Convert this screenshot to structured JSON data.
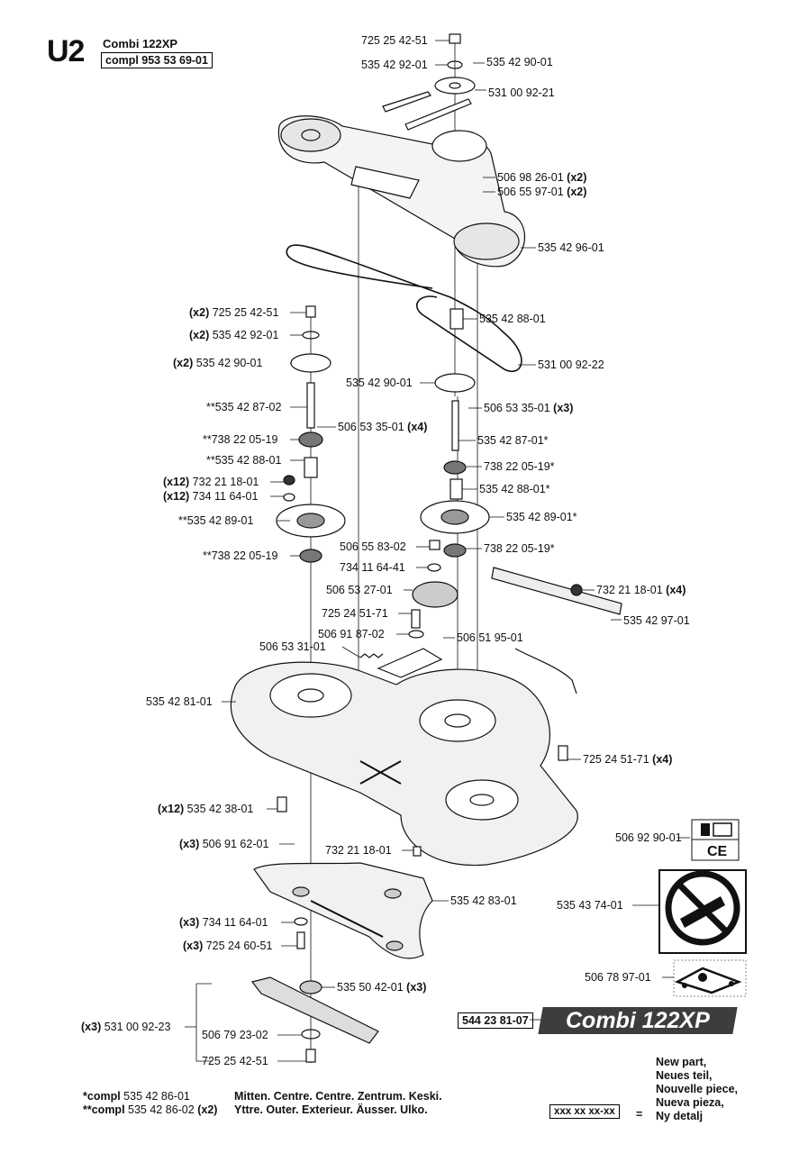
{
  "header": {
    "code": "U2",
    "model": "Combi 122XP",
    "compl": "compl 953 53 69-01"
  },
  "parts": [
    {
      "no": "725 25 42-51",
      "qty": ""
    },
    {
      "no": "535 42 92-01",
      "qty": ""
    },
    {
      "no": "535 42 90-01",
      "qty": ""
    },
    {
      "no": "531 00 92-21",
      "qty": ""
    },
    {
      "no": "506 98 26-01",
      "qty": "(x2)"
    },
    {
      "no": "506 55 97-01",
      "qty": "(x2)"
    },
    {
      "no": "535 42 96-01",
      "qty": ""
    },
    {
      "no": "725 25 42-51",
      "qty": "(x2)"
    },
    {
      "no": "535 42 88-01",
      "qty": ""
    },
    {
      "no": "535 42 92-01",
      "qty": "(x2)"
    },
    {
      "no": "535 42 90-01",
      "qty": "(x2)"
    },
    {
      "no": "531 00 92-22",
      "qty": ""
    },
    {
      "no": "535 42 90-01",
      "qty": ""
    },
    {
      "no": "**535 42 87-02",
      "qty": ""
    },
    {
      "no": "506 53 35-01",
      "qty": "(x3)"
    },
    {
      "no": "506 53 35-01",
      "qty": "(x4)"
    },
    {
      "no": "**738 22 05-19",
      "qty": ""
    },
    {
      "no": "535 42 87-01*",
      "qty": ""
    },
    {
      "no": "**535 42 88-01",
      "qty": ""
    },
    {
      "no": "738 22 05-19*",
      "qty": ""
    },
    {
      "no": "732 21 18-01",
      "qty": "(x12)"
    },
    {
      "no": "535 42 88-01*",
      "qty": ""
    },
    {
      "no": "734 11 64-01",
      "qty": "(x12)"
    },
    {
      "no": "**535 42 89-01",
      "qty": ""
    },
    {
      "no": "535 42 89-01*",
      "qty": ""
    },
    {
      "no": "506 55 83-02",
      "qty": ""
    },
    {
      "no": "738 22 05-19*",
      "qty": ""
    },
    {
      "no": "**738 22 05-19",
      "qty": ""
    },
    {
      "no": "734 11 64-41",
      "qty": ""
    },
    {
      "no": "732 21 18-01",
      "qty": "(x4)"
    },
    {
      "no": "506 53 27-01",
      "qty": ""
    },
    {
      "no": "535 42 97-01",
      "qty": ""
    },
    {
      "no": "725 24 51-71",
      "qty": ""
    },
    {
      "no": "506 91 87-02",
      "qty": ""
    },
    {
      "no": "506 51 95-01",
      "qty": ""
    },
    {
      "no": "506 53 31-01",
      "qty": ""
    },
    {
      "no": "535 42 81-01",
      "qty": ""
    },
    {
      "no": "725 24 51-71",
      "qty": "(x4)"
    },
    {
      "no": "535 42 38-01",
      "qty": "(x12)"
    },
    {
      "no": "506 92 90-01",
      "qty": ""
    },
    {
      "no": "506 91 62-01",
      "qty": "(x3)"
    },
    {
      "no": "732 21 18-01",
      "qty": ""
    },
    {
      "no": "535 42 83-01",
      "qty": ""
    },
    {
      "no": "535 43 74-01",
      "qty": ""
    },
    {
      "no": "734 11 64-01",
      "qty": "(x3)"
    },
    {
      "no": "725 24 60-51",
      "qty": "(x3)"
    },
    {
      "no": "506 78 97-01",
      "qty": ""
    },
    {
      "no": "535 50 42-01",
      "qty": "(x3)"
    },
    {
      "no": "531 00 92-23",
      "qty": "(x3)"
    },
    {
      "no": "506 79 23-02",
      "qty": ""
    },
    {
      "no": "725 25 42-51",
      "qty": ""
    }
  ],
  "catalog": {
    "number": "544 23 81-07",
    "banner": "Combi 122XP"
  },
  "footer": {
    "line1_prefix": "*compl",
    "line1_no": "535 42 86-01",
    "line1_desc": "Mitten. Centre. Centre. Zentrum. Keski.",
    "line2_prefix": "**compl",
    "line2_no": "535 42 86-02",
    "line2_qty": "(x2)",
    "line2_desc": "Yttre. Outer. Exterieur. Äusser. Ulko."
  },
  "legend": {
    "box": "xxx xx xx-xx",
    "equals": "=",
    "lines": [
      "New part,",
      "Neues teil,",
      "Nouvelle piece,",
      "Nueva pieza,",
      "Ny detalj"
    ]
  },
  "icons": [
    "manual-ce-icon",
    "no-riding-slope-warning-icon",
    "belt-routing-decal-icon"
  ]
}
